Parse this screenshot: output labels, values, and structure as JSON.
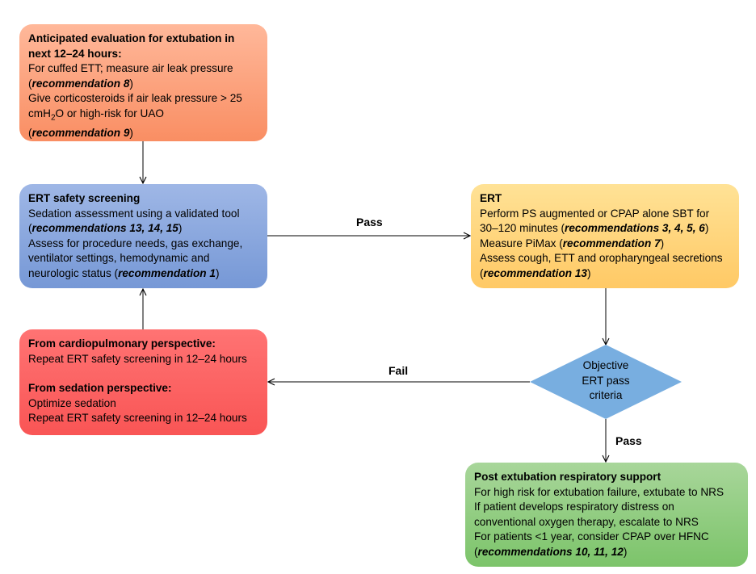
{
  "box_anticipated": {
    "title": "Anticipated evaluation for extubation in next 12–24 hours:",
    "line1": "For cuffed ETT; measure air leak pressure",
    "rec1": "recommendation 8",
    "line2": "Give corticosteroids if air leak pressure > 25",
    "line3_pre": "cmH",
    "line3_sub": "2",
    "line3_post": "O or high-risk for UAO",
    "rec2": "recommendation 9"
  },
  "box_safety": {
    "title": "ERT safety screening",
    "line1": "Sedation assessment using a validated tool",
    "rec1": "recommendations 13, 14, 15",
    "line2": "Assess for procedure needs, gas exchange,",
    "line3": "ventilator settings, hemodynamic and",
    "line4": "neurologic status (",
    "rec2": "recommendation 1"
  },
  "box_ert": {
    "title": "ERT",
    "line1": "Perform PS augmented or CPAP alone SBT for",
    "line2": "30–120 minutes (",
    "rec1": "recommendations 3, 4, 5, 6",
    "line3": "Measure PiMax (",
    "rec2": "recommendation 7",
    "line4": "Assess cough, ETT and oropharyngeal secretions",
    "rec3": "recommendation 13"
  },
  "box_repeat": {
    "title1": "From cardiopulmonary perspective:",
    "line1": "Repeat ERT safety screening in 12–24 hours",
    "title2": "From sedation perspective:",
    "line2": "Optimize sedation",
    "line3": "Repeat ERT safety screening in 12–24 hours"
  },
  "box_post": {
    "title": "Post extubation respiratory support",
    "line1": "For high risk for extubation failure, extubate to NRS",
    "line2": "If patient develops respiratory distress on",
    "line3": "conventional oxygen therapy, escalate to NRS",
    "line4": "For patients <1 year, consider CPAP over HFNC",
    "rec1": "recommendations 10, 11, 12"
  },
  "decision": {
    "line1": "Objective",
    "line2": "ERT pass",
    "line3": "criteria"
  },
  "edges": {
    "pass_right": "Pass",
    "fail_left": "Fail",
    "pass_down": "Pass"
  },
  "colors": {
    "anticipated": "#f98e63",
    "safety": "#7698d6",
    "ert": "#ffc965",
    "repeat": "#f95555",
    "post": "#7cc46a",
    "decision": "#78aee0"
  }
}
